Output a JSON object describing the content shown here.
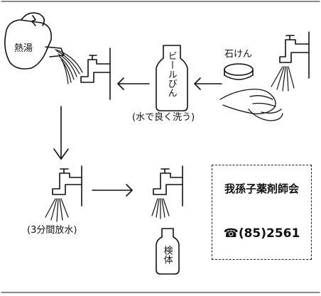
{
  "labels": {
    "hot_water": "熱湯",
    "soap": "石けん",
    "beer_bottle": "ビールびん",
    "wash_caption": "(水で良く洗う)",
    "rinse_caption": "(3分間放水)",
    "specimen": "検体"
  },
  "contact": {
    "organization": "我孫子薬剤師会",
    "phone": "☎(85)2561"
  }
}
